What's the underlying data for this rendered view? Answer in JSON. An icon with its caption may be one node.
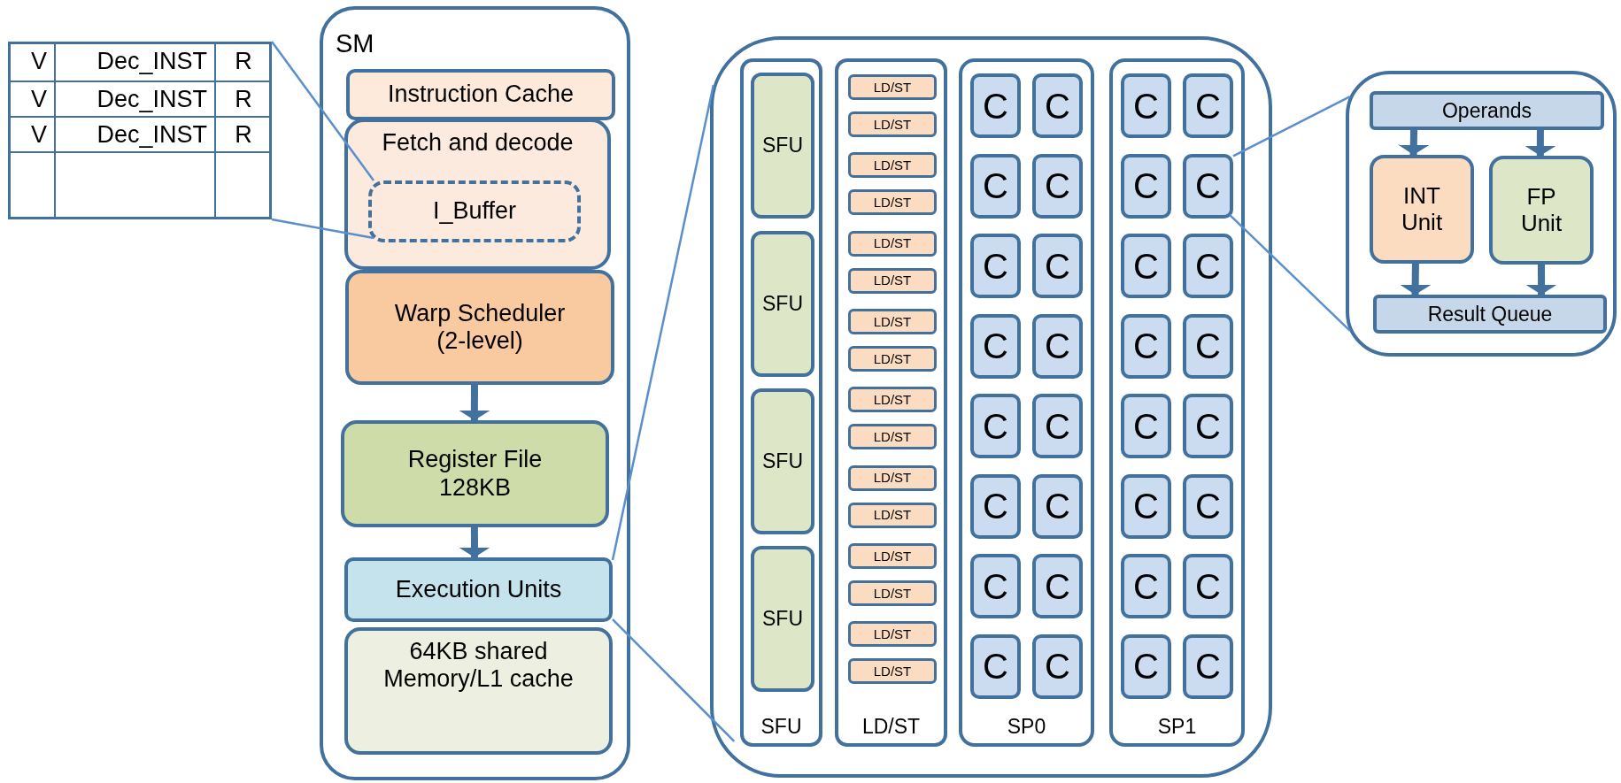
{
  "diagram": {
    "nodes": [
      {
        "text": [
          "V",
          "Dec_INST",
          "R",
          "V",
          "Dec_INST",
          "R",
          "V",
          "Dec_INST",
          "R"
        ]
      },
      {
        "text": [
          "SM"
        ]
      },
      {
        "text": [
          "Instruction Cache"
        ],
        "in": 1
      },
      {
        "text": [
          "Fetch and decode"
        ],
        "in": 1
      },
      {
        "text": [
          "I_Buffer"
        ],
        "in": 3
      },
      {
        "text": [
          "Warp Scheduler (2-level)"
        ],
        "in": 1
      },
      {
        "text": [
          "Register File 128KB"
        ],
        "in": 1
      },
      {
        "text": [
          "Execution Units"
        ],
        "in": 1
      },
      {
        "text": [
          "64KB shared Memory/L1 cache"
        ],
        "in": 1
      },
      {
        "text": [],
        "shape": "box"
      },
      {
        "text": [
          "SFU"
        ],
        "in": 9
      },
      {
        "text": [
          "SFU"
        ],
        "in": 10
      },
      {
        "text": [
          "SFU"
        ],
        "in": 10
      },
      {
        "text": [
          "SFU"
        ],
        "in": 10
      },
      {
        "text": [
          "SFU"
        ],
        "in": 10
      },
      {
        "text": [
          "LD/ST"
        ],
        "in": 9
      },
      {
        "text": [
          "LD/ST"
        ],
        "in": 15
      },
      {
        "text": [
          "LD/ST"
        ],
        "in": 15
      },
      {
        "text": [
          "LD/ST"
        ],
        "in": 15
      },
      {
        "text": [
          "LD/ST"
        ],
        "in": 15
      },
      {
        "text": [
          "LD/ST"
        ],
        "in": 15
      },
      {
        "text": [
          "LD/ST"
        ],
        "in": 15
      },
      {
        "text": [
          "LD/ST"
        ],
        "in": 15
      },
      {
        "text": [
          "LD/ST"
        ],
        "in": 15
      },
      {
        "text": [
          "LD/ST"
        ],
        "in": 15
      },
      {
        "text": [
          "LD/ST"
        ],
        "in": 15
      },
      {
        "text": [
          "LD/ST"
        ],
        "in": 15
      },
      {
        "text": [
          "LD/ST"
        ],
        "in": 15
      },
      {
        "text": [
          "LD/ST"
        ],
        "in": 15
      },
      {
        "text": [
          "LD/ST"
        ],
        "in": 15
      },
      {
        "text": [
          "LD/ST"
        ],
        "in": 15
      },
      {
        "text": [
          "LD/ST"
        ],
        "in": 15
      },
      {
        "text": [
          "SP0"
        ],
        "in": 9
      },
      {
        "text": [
          "C"
        ],
        "in": 32
      },
      {
        "text": [
          "C"
        ],
        "in": 32
      },
      {
        "text": [
          "C"
        ],
        "in": 32
      },
      {
        "text": [
          "C"
        ],
        "in": 32
      },
      {
        "text": [
          "C"
        ],
        "in": 32
      },
      {
        "text": [
          "C"
        ],
        "in": 32
      },
      {
        "text": [
          "C"
        ],
        "in": 32
      },
      {
        "text": [
          "C"
        ],
        "in": 32
      },
      {
        "text": [
          "C"
        ],
        "in": 32
      },
      {
        "text": [
          "C"
        ],
        "in": 32
      },
      {
        "text": [
          "C"
        ],
        "in": 32
      },
      {
        "text": [
          "C"
        ],
        "in": 32
      },
      {
        "text": [
          "C"
        ],
        "in": 32
      },
      {
        "text": [
          "C"
        ],
        "in": 32
      },
      {
        "text": [
          "C"
        ],
        "in": 32
      },
      {
        "text": [
          "C"
        ],
        "in": 32
      },
      {
        "text": [
          "SP1"
        ],
        "in": 9
      },
      {
        "text": [
          "C"
        ],
        "in": 49
      },
      {
        "text": [
          "C"
        ],
        "in": 49
      },
      {
        "text": [
          "C"
        ],
        "in": 49
      },
      {
        "text": [
          "C"
        ],
        "in": 49
      },
      {
        "text": [
          "C"
        ],
        "in": 49
      },
      {
        "text": [
          "C"
        ],
        "in": 49
      },
      {
        "text": [
          "C"
        ],
        "in": 49
      },
      {
        "text": [
          "C"
        ],
        "in": 49
      },
      {
        "text": [
          "C"
        ],
        "in": 49
      },
      {
        "text": [
          "C"
        ],
        "in": 49
      },
      {
        "text": [
          "C"
        ],
        "in": 49
      },
      {
        "text": [
          "C"
        ],
        "in": 49
      },
      {
        "text": [
          "C"
        ],
        "in": 49
      },
      {
        "text": [
          "C"
        ],
        "in": 49
      },
      {
        "text": [
          "C"
        ],
        "in": 49
      },
      {
        "text": [
          "C"
        ],
        "in": 49
      },
      {
        "text": [],
        "shape": "box"
      },
      {
        "text": [
          "Operands"
        ],
        "in": 66
      },
      {
        "text": [
          "INT Unit"
        ],
        "in": 66
      },
      {
        "text": [
          "FP Unit"
        ],
        "in": 66
      },
      {
        "text": [
          "Result Queue"
        ],
        "in": 66
      }
    ],
    "edges": [
      {
        "from": 0,
        "to": 4,
        "arrow": "none"
      },
      {
        "from": 0,
        "to": 4,
        "arrow": "none"
      },
      {
        "from": 5,
        "to": 6,
        "arrow": "to",
        "style": "thick",
        "color": "#41719c"
      },
      {
        "from": 6,
        "to": 7,
        "arrow": "to",
        "style": "thick",
        "color": "#41719c"
      },
      {
        "from": 7,
        "to": 9,
        "arrow": "none"
      },
      {
        "from": 7,
        "to": 9,
        "arrow": "none"
      },
      {
        "from": 53,
        "to": 66,
        "arrow": "none"
      },
      {
        "from": 53,
        "to": 66,
        "arrow": "none"
      },
      {
        "from": 67,
        "to": 68,
        "arrow": "to",
        "style": "thick",
        "color": "#41719c"
      },
      {
        "from": 67,
        "to": 69,
        "arrow": "to",
        "style": "thick",
        "color": "#41719c"
      },
      {
        "from": 68,
        "to": 70,
        "arrow": "to",
        "style": "thick",
        "color": "#41719c"
      },
      {
        "from": 69,
        "to": 70,
        "arrow": "to",
        "style": "thick",
        "color": "#41719c"
      }
    ]
  }
}
